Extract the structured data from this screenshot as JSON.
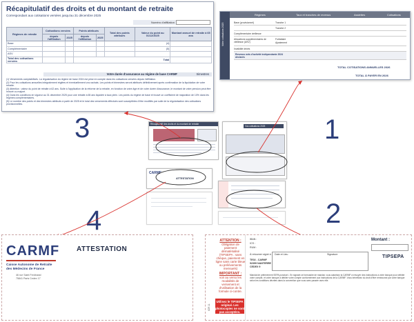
{
  "numbers": {
    "n1": "1",
    "n2": "2",
    "n3": "3",
    "n4": "4"
  },
  "panel3": {
    "title": "Récapitulatif des droits et du montant de retraite",
    "subtitle": "Correspondant aux cotisations versées jusqu'au 31 décembre 2025",
    "attestation_label": "Numéro d'affiliation",
    "headers": [
      "Régimes de retraite",
      "Cotisations versées",
      "Points attribués",
      "Total des points attribués",
      "Valeur du point au 01/12/2025",
      "Montant annuel de retraite à 65 ans"
    ],
    "subheaders": [
      "depuis l'affiliation",
      "2025",
      "depuis l'affiliation",
      "2025"
    ],
    "rows": [
      "Base",
      "Complémentaire",
      "ASV"
    ],
    "row_markers": [
      "(4)",
      "(5)",
      ""
    ],
    "total_line": "Total des cotisations versées",
    "total_label": "Total",
    "duree_label": "Votre durée d'assurance au régime de base CARMF",
    "trimestres_label": "trimestres",
    "notes": [
      "(1) Versements comptabilisés. La régularisation du régime de base 2024 est prise en compte dans les cotisations versées depuis l'affiliation.",
      "(2) Pour les cotisations annuelles intégralement réglées et éventuellement vos rachats. Les points et trimestres seront attribués définitivement après confirmation de la liquidation de votre retraite.",
      "(3) Attention : valeur du point de retraite à 62 ans. Suite à l'application de la réforme de la retraite, en fonction de votre âge et de votre durée d'assurance, le montant de votre pension peut être minoré ou majoré.",
      "(4) Dans les conditions en vigueur au 31 décembre 2025 pour une retraite à 65 ans liquidée à taux plein. Les points du régime de base et trouvé un coefficient de majoration de 10% dans les régimes complémentaires.",
      "(5) Le nombre des points et des trimestres attribués à partir de 2025 et le total des versements effectués sont susceptibles d'être modifiés par suite de la régularisation des cotisations provisionnelles."
    ]
  },
  "panel1": {
    "side_label": "Votre cotisations 2025",
    "headers": [
      "Régimes",
      "Taux et tranches de revenus",
      "Assiettes",
      "Cotisations"
    ],
    "rows": [
      "Base (provisionnel)",
      "Complémentaire vieillesse",
      "Allocations supplémentaires de vieillesse (ASV)",
      "Invalidité décès",
      "Revenus nets d'activité indépendante 2024 déclarés"
    ],
    "tranches": [
      "Tranche 1",
      "Tranche 2",
      "Forfaitaire",
      "Ajustement"
    ],
    "total1": "TOTAL COTISATIONS ANNUELLES 2026",
    "total2": "TOTAL À PAYER EN 2026"
  },
  "center": {
    "thumb_top_title": "Récapitulatif des droits et du montant de retraite",
    "thumb_top_right": "Vos cotisations 2025",
    "thumb_att": "ATTESTATION",
    "thumb_logo": "CARMF"
  },
  "panel4": {
    "logo": "CARMF",
    "org_line1": "Caisse Autonome de Retraite",
    "org_line2": "des Médecins de France",
    "addr1": "46 rue Saint Ferdinand",
    "addr2": "75841 Paris Cedex 17",
    "attestation": "ATTESTATION"
  },
  "panel2": {
    "warn_title": "ATTENTION :",
    "warn_body": "Obligation de paiement dématérialisé (TIPSEPA : sans chèque, paiement en ligne sans carte bleue ou prélèvements mensuels)",
    "important_title": "IMPORTANT :",
    "important_body": "voir au verso les modalités de versement et d'utilisation de la formule ci-contre.",
    "redbox": "Utilisez le TIPSEPA original. Les photocopies ne sont pas acceptées.",
    "iban": "IBAN :",
    "ics": "ICS :",
    "rum": "RUM :",
    "retourner": "À retourner signé à :",
    "addr1": "TE02 - CARMF",
    "addr2": "92399 NANTERRE",
    "addr3": "CEDEX 9",
    "date_lieu": "Date et Lieu",
    "signature": "Signature",
    "montant": "Montant :",
    "tips": "TIPSEPA",
    "para": "Mandat de prélèvement SEPA ponctuel - En signant ce formulaire de mandat, vous autorisez la CARMF à envoyer des instructions à votre banque pour débiter votre compte, et votre banque à débiter votre compte conformément aux instructions de la CARMF. Vous bénéficiez du droit d'être remboursé par votre banque selon les conditions décrites dans la convention que vous avez passée avec elle.",
    "vertical": "ICR 11"
  }
}
